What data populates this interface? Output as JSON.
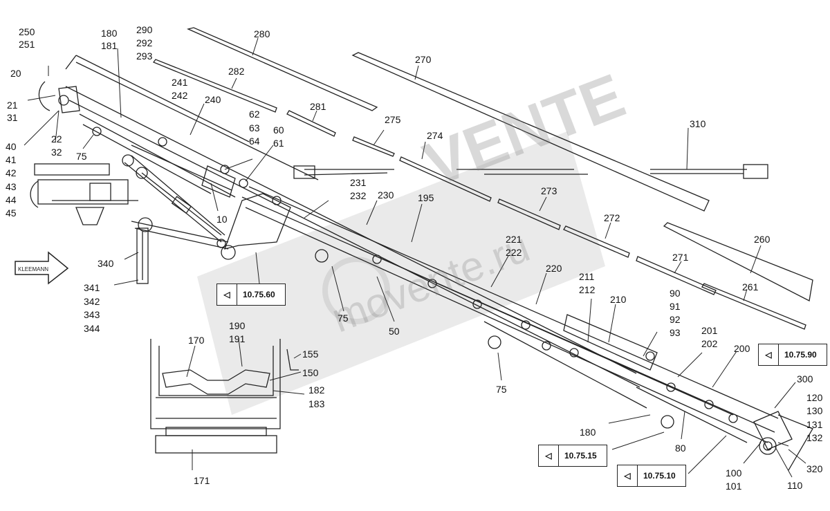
{
  "labels": {
    "l250": "250",
    "l251": "251",
    "l180": "180",
    "l181": "181",
    "l290": "290",
    "l292": "292",
    "l293": "293",
    "l280": "280",
    "l270": "270",
    "l20": "20",
    "l21": "21",
    "l31": "31",
    "l40": "40",
    "l41": "41",
    "l42": "42",
    "l43": "43",
    "l44": "44",
    "l45": "45",
    "l22": "22",
    "l32": "32",
    "l75a": "75",
    "l241": "241",
    "l242": "242",
    "l240": "240",
    "l282": "282",
    "l281": "281",
    "l62": "62",
    "l63": "63",
    "l64": "64",
    "l60": "60",
    "l61": "61",
    "l275": "275",
    "l274": "274",
    "l310": "310",
    "l10": "10",
    "l231": "231",
    "l232": "232",
    "l230": "230",
    "l195": "195",
    "l273": "273",
    "l272": "272",
    "l221": "221",
    "l222": "222",
    "l220": "220",
    "l260": "260",
    "l271": "271",
    "l261": "261",
    "l340": "340",
    "l341": "341",
    "l342": "342",
    "l343": "343",
    "l344": "344",
    "l75b": "75",
    "l50": "50",
    "l211": "211",
    "l212": "212",
    "l210": "210",
    "l90": "90",
    "l91": "91",
    "l92": "92",
    "l93": "93",
    "l201": "201",
    "l202": "202",
    "l200": "200",
    "l170": "170",
    "l190": "190",
    "l191": "191",
    "l155": "155",
    "l150": "150",
    "l182": "182",
    "l183": "183",
    "l75c": "75",
    "l300": "300",
    "l120": "120",
    "l130": "130",
    "l131": "131",
    "l132": "132",
    "l180b": "180",
    "l80": "80",
    "l320": "320",
    "l100": "100",
    "l101": "101",
    "l110": "110",
    "l171": "171"
  },
  "refs": {
    "r1": "10.75.60",
    "r2": "10.75.90",
    "r3": "10.75.15",
    "r4": "10.75.10"
  },
  "brand_logo": "KLEEMANN",
  "watermark": {
    "brand": "VENTE",
    "url": "movente.ru"
  }
}
